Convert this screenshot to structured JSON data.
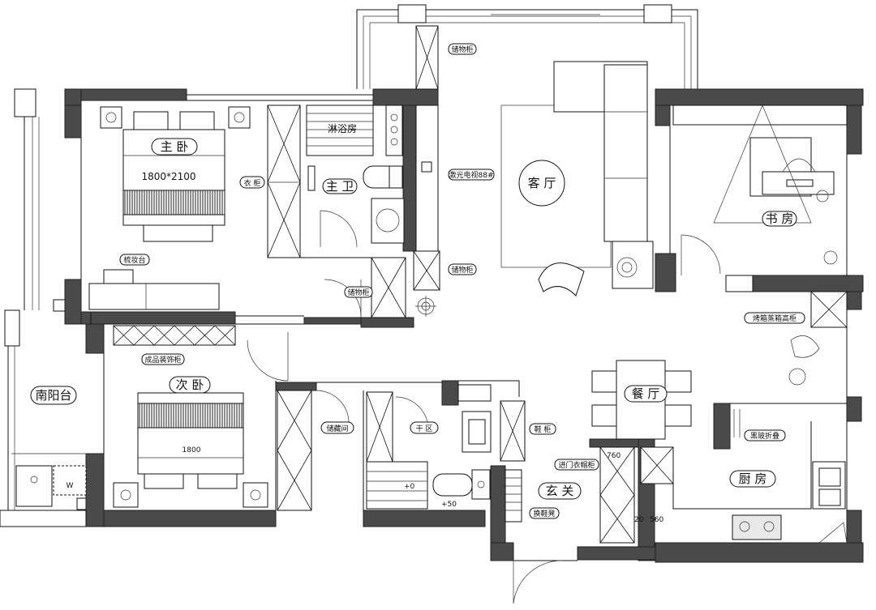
{
  "rooms": {
    "master_bedroom": "主 卧",
    "master_bath": "主 卫",
    "shower": "淋浴房",
    "living_room": "客 厅",
    "study": "书 房",
    "second_bedroom": "次 卧",
    "south_balcony": "南阳台",
    "dining": "餐 厅",
    "entrance": "玄 关",
    "kitchen": "厨 房",
    "dry_area": "干 区",
    "storage_room": "储藏间"
  },
  "labels": {
    "bed_size_master": "1800*2100",
    "bed_size_second": "1800",
    "wardrobe": "衣 柜",
    "dresser": "梳妆台",
    "storage_cabinet_top": "储物柜",
    "laser_tv": "激光电视88#",
    "storage_cabinet_mid": "储物柜",
    "storage_cabinet_bath": "储物柜",
    "display_cabinet": "成品装饰柜",
    "oven_cabinet": "烤箱蒸箱高柜",
    "glass_door": "黑玻折叠",
    "shoe_cabinet": "鞋 柜",
    "entry_wardrobe": "进门衣帽柜",
    "shoe_bench": "换鞋凳",
    "washer_mark": "W",
    "level_plus0": "+0",
    "level_plus50": "+50",
    "dim_760": "760",
    "dim_560": "560",
    "dim_20": "20"
  }
}
